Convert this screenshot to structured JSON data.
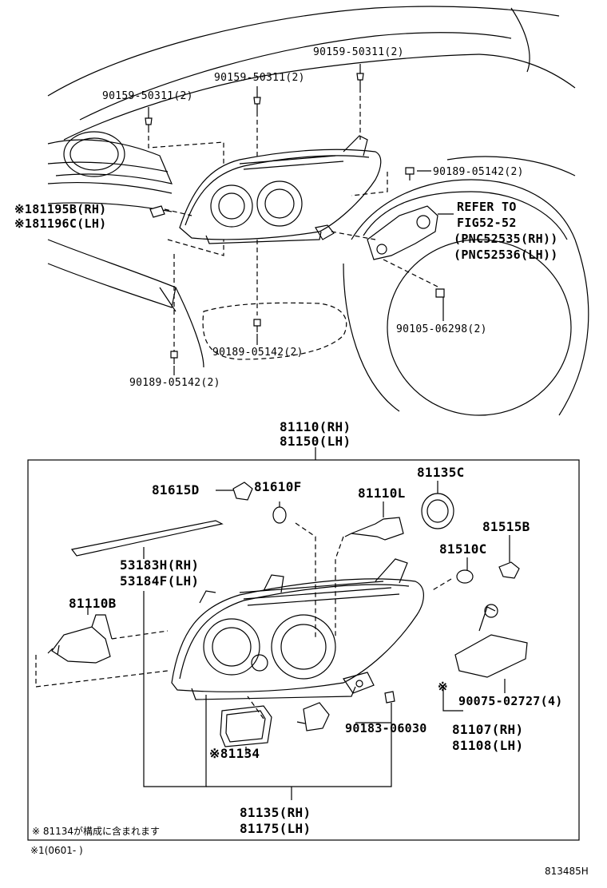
{
  "upper": {
    "bolt_a": "90159-50311(2)",
    "bolt_b": "90159-50311(2)",
    "bolt_c": "90159-50311(2)",
    "clip_right": "90189-05142(2)",
    "clip_mid": "90189-05142(2)",
    "clip_bottom": "90189-05142(2)",
    "retainer_rh": "※181195B(RH)",
    "retainer_lh": "※181196C(LH)",
    "refer_line1": "REFER TO",
    "refer_line2": "FIG52-52",
    "refer_line3": "(PNC52535(RH))",
    "refer_line4": "(PNC52536(LH))",
    "screw": "90105-06298(2)"
  },
  "lower": {
    "assy_rh": "81110(RH)",
    "assy_lh": "81150(LH)",
    "socket": "81615D",
    "bulb_small": "81610F",
    "hid_bulb": "81110L",
    "cap": "81135C",
    "socket_side": "81515B",
    "bulb_side": "81510C",
    "molding_rh": "53183H(RH)",
    "molding_lh": "53184F(LH)",
    "bulb_main": "81110B",
    "ballast_screw": "90075-02727(4)",
    "ballast_mark": "※",
    "ballast_rh": "81107(RH)",
    "ballast_lh": "81108(LH)",
    "bracket_clip": "90183-06030",
    "gasket": "※81134",
    "unit_rh": "81135(RH)",
    "unit_lh": "81175(LH)"
  },
  "notes": {
    "footnote": "※ 81134が構成に含まれます",
    "date_note": "※1(0601-     )",
    "figure_id": "813485H"
  }
}
